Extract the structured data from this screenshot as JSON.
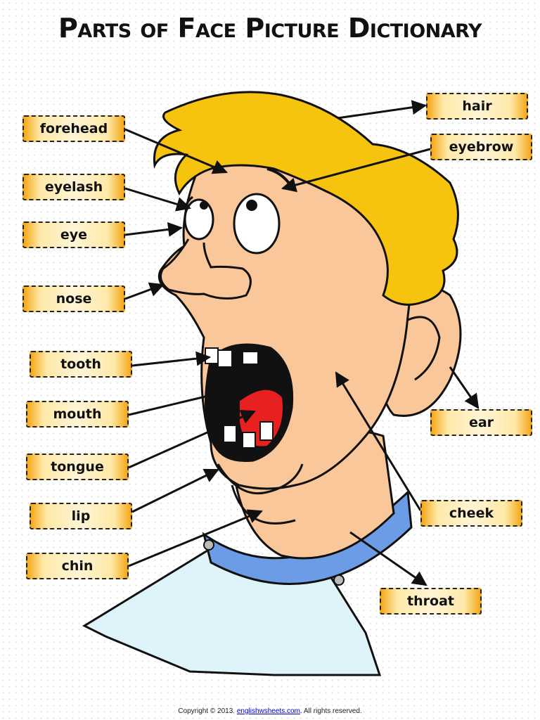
{
  "title": "Parts of Face Picture Dictionary",
  "labels": {
    "hair": "hair",
    "eyebrow": "eyebrow",
    "forehead": "forehead",
    "eyelash": "eyelash",
    "eye": "eye",
    "nose": "nose",
    "tooth": "tooth",
    "mouth": "mouth",
    "tongue": "tongue",
    "lip": "lip",
    "chin": "chin",
    "ear": "ear",
    "cheek": "cheek",
    "throat": "throat"
  },
  "footer": {
    "prefix": "Copyright © 2013.",
    "link": "englishwsheets.com",
    "suffix": ". All rights reserved."
  }
}
